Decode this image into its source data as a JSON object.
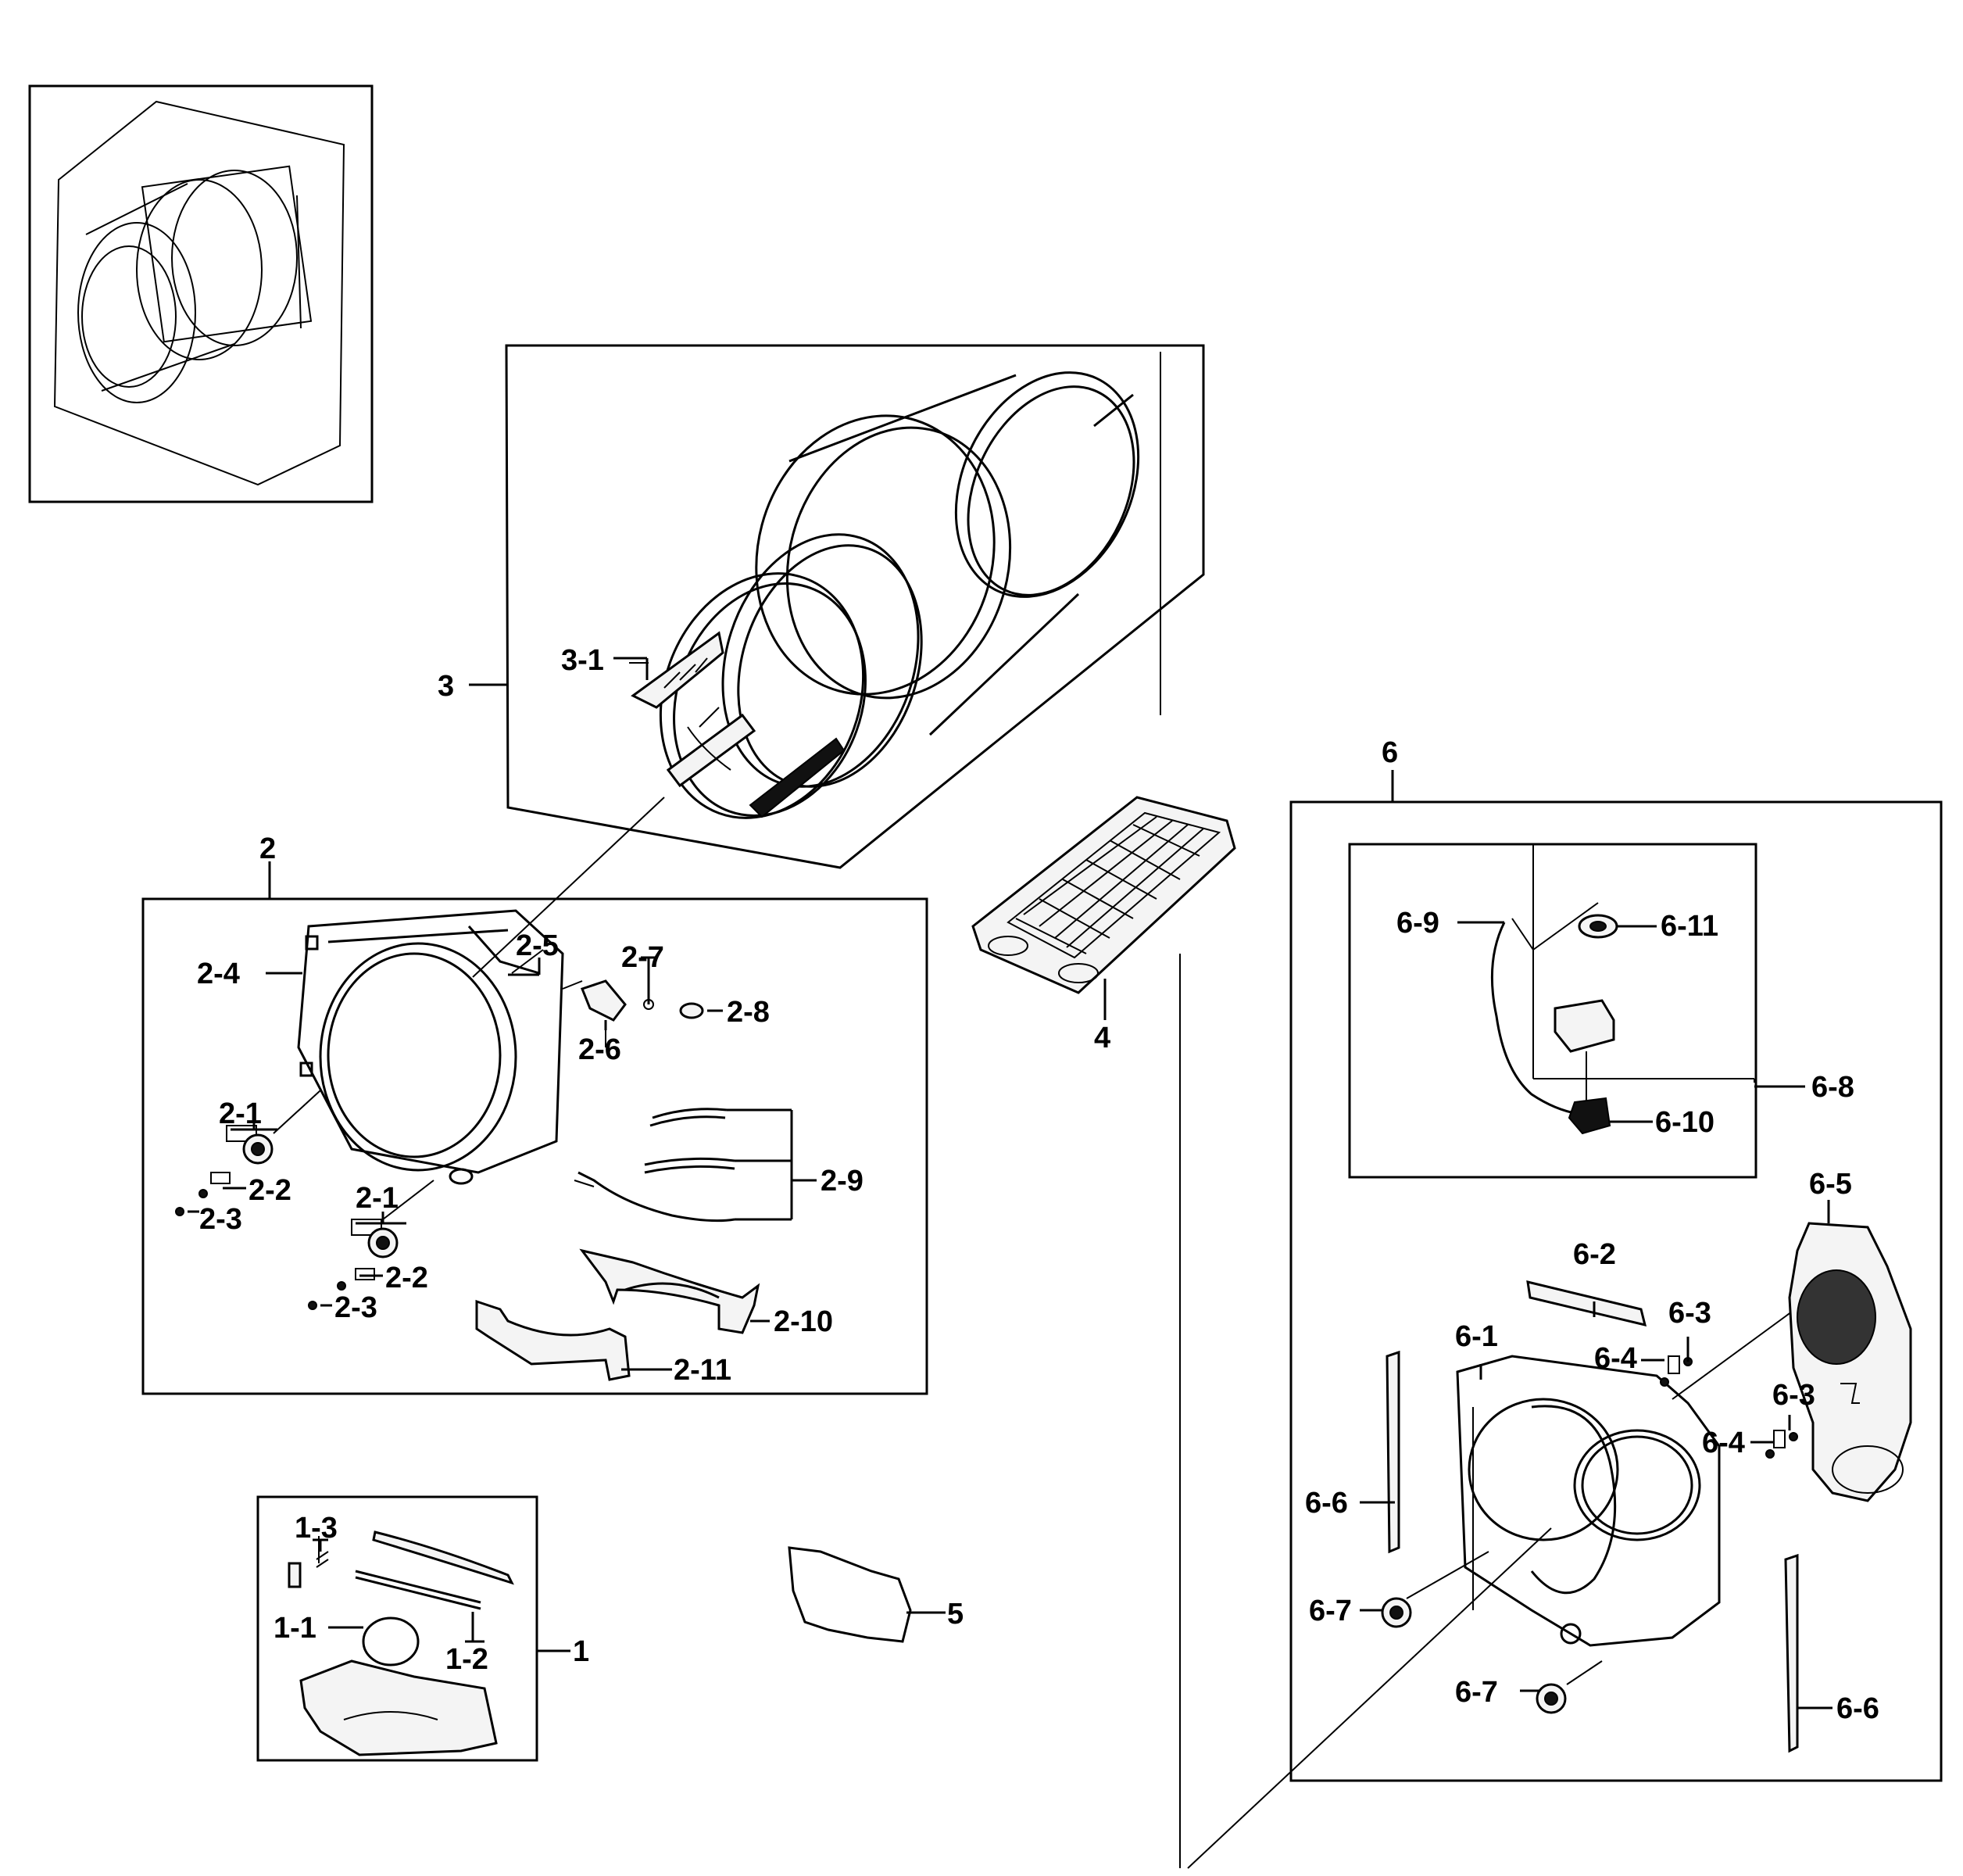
{
  "diagram": {
    "callouts": {
      "c1": "1",
      "c1_1": "1-1",
      "c1_2": "1-2",
      "c1_3": "1-3",
      "c2": "2",
      "c2_1a": "2-1",
      "c2_1b": "2-1",
      "c2_2a": "2-2",
      "c2_2b": "2-2",
      "c2_3a": "2-3",
      "c2_3b": "2-3",
      "c2_4": "2-4",
      "c2_5": "2-5",
      "c2_6": "2-6",
      "c2_7": "2-7",
      "c2_8": "2-8",
      "c2_9": "2-9",
      "c2_10": "2-10",
      "c2_11": "2-11",
      "c3": "3",
      "c3_1": "3-1",
      "c4": "4",
      "c5": "5",
      "c6": "6",
      "c6_1": "6-1",
      "c6_2": "6-2",
      "c6_3a": "6-3",
      "c6_3b": "6-3",
      "c6_4a": "6-4",
      "c6_4b": "6-4",
      "c6_5": "6-5",
      "c6_6a": "6-6",
      "c6_6b": "6-6",
      "c6_7a": "6-7",
      "c6_7b": "6-7",
      "c6_8": "6-8",
      "c6_9": "6-9",
      "c6_10": "6-10",
      "c6_11": "6-11"
    }
  }
}
